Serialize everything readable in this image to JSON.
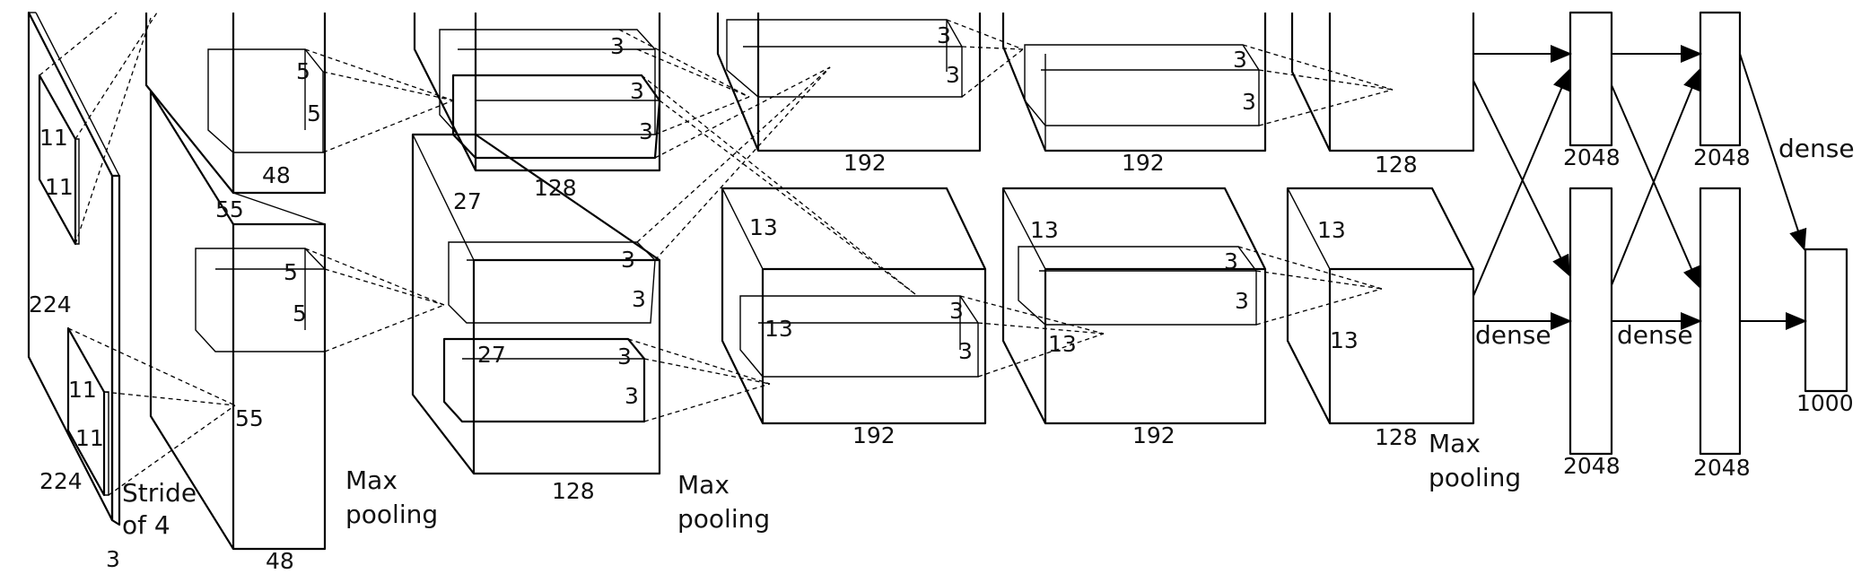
{
  "labels": {
    "input_depth": "3",
    "input_size_v": "224",
    "input_size_h": "224",
    "k1_top_a": "11",
    "k1_top_b": "11",
    "k1_bot_a": "11",
    "k1_bot_b": "11",
    "stride_line1": "Stride",
    "stride_line2": "of 4",
    "conv1_size": "55",
    "conv1_size_v": "55",
    "conv1_k_top_a": "5",
    "conv1_k_top_b": "5",
    "conv1_k_bot_a": "5",
    "conv1_k_bot_b": "5",
    "conv1_depth_top": "48",
    "conv1_depth_bot": "48",
    "pool1_line1": "Max",
    "pool1_line2": "pooling",
    "conv2_size": "27",
    "conv2_size_b": "27",
    "conv2_k_top_1": "3",
    "conv2_k_top_2": "3",
    "conv2_k_top_3": "3",
    "conv2_k_bot_1": "3",
    "conv2_k_bot_2": "3",
    "conv2_k_bot_3": "3",
    "conv2_k_bot_4": "3",
    "conv2_depth_top": "128",
    "conv2_depth_bot": "128",
    "pool2_line1": "Max",
    "pool2_line2": "pooling",
    "conv3_size": "13",
    "conv3_size_b": "13",
    "conv3_k_top_a": "3",
    "conv3_k_top_b": "3",
    "conv3_k_bot_a": "3",
    "conv3_k_bot_b": "3",
    "conv3_depth_top": "192",
    "conv3_depth_bot": "192",
    "conv4_size": "13",
    "conv4_size_b": "13",
    "conv4_k_top_a": "3",
    "conv4_k_top_b": "3",
    "conv4_k_bot_a": "3",
    "conv4_k_bot_b": "3",
    "conv4_depth_top": "192",
    "conv4_depth_bot": "192",
    "conv5_size": "13",
    "conv5_size_b": "13",
    "conv5_depth_top": "128",
    "conv5_depth_bot": "128",
    "pool3_line1": "Max",
    "pool3_line2": "pooling",
    "dense_1": "dense",
    "dense_2": "dense",
    "dense_3": "dense",
    "fc6_top": "2048",
    "fc6_bot": "2048",
    "fc7_top": "2048",
    "fc7_bot": "2048",
    "output": "1000"
  }
}
